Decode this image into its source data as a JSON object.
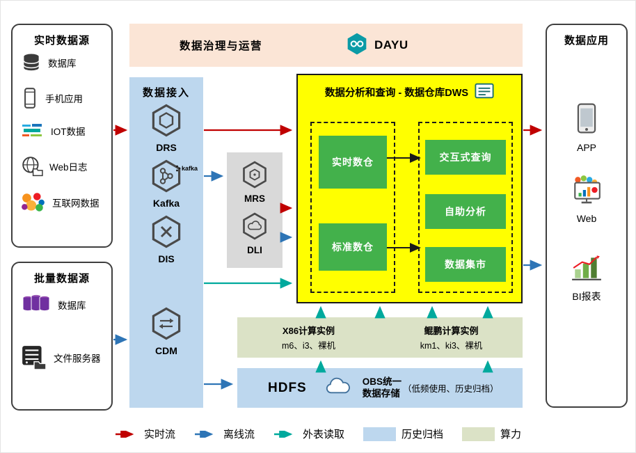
{
  "colors": {
    "realtime_flow": "#c00000",
    "offline_flow": "#2e75b6",
    "external_read": "#00a99d",
    "history_archive_bg": "#bdd7ee",
    "compute_bg": "#dbe2c6",
    "warehouse_bg": "#ffff00",
    "green_module": "#43b14b",
    "ingestion_bg": "#bdd7ee",
    "governance_bg": "#fbe5d6",
    "processing_bg": "#d9d9d9"
  },
  "sources_realtime": {
    "title": "实时数据源",
    "items": [
      {
        "icon": "database-icon",
        "label": "数据库"
      },
      {
        "icon": "mobile-phone-icon",
        "label": "手机应用"
      },
      {
        "icon": "iot-wordcloud-icon",
        "label": "IOT数据"
      },
      {
        "icon": "globe-log-icon",
        "label": "Web日志"
      },
      {
        "icon": "internet-bubbles-icon",
        "label": "互联网数据"
      }
    ]
  },
  "sources_batch": {
    "title": "批量数据源",
    "items": [
      {
        "icon": "database-stack-icon",
        "label": "数据库"
      },
      {
        "icon": "file-server-icon",
        "label": "文件服务器"
      }
    ]
  },
  "governance": {
    "title": "数据治理与运营",
    "logo_text": "DAYU"
  },
  "ingestion": {
    "title": "数据接入",
    "items": [
      {
        "icon": "drs-hexagon-icon",
        "label": "DRS"
      },
      {
        "icon": "kafka-hexagon-icon",
        "label": "Kafka",
        "badge": "kafka"
      },
      {
        "icon": "dis-hexagon-icon",
        "label": "DIS"
      },
      {
        "icon": "cdm-hexagon-icon",
        "label": "CDM"
      }
    ]
  },
  "processing": {
    "items": [
      {
        "icon": "mrs-hexagon-icon",
        "label": "MRS"
      },
      {
        "icon": "dli-hexagon-icon",
        "label": "DLI"
      }
    ]
  },
  "warehouse": {
    "title": "数据分析和查询 - 数据仓库DWS",
    "realtime": "实时数仓",
    "standard": "标准数仓",
    "interactive": "交互式查询",
    "selfservice": "自助分析",
    "mart": "数据集市"
  },
  "compute": {
    "x86_title": "X86计算实例",
    "x86_sub": "m6、i3、裸机",
    "kunpeng_title": "鲲鹏计算实例",
    "kunpeng_sub": "km1、ki3、裸机"
  },
  "storage": {
    "hdfs": "HDFS",
    "obs_line1": "OBS统一",
    "obs_line2": "数据存储",
    "note": "（低频使用、历史归档）"
  },
  "apps": {
    "title": "数据应用",
    "items": [
      {
        "icon": "app-phone-icon",
        "label": "APP"
      },
      {
        "icon": "web-monitor-icon",
        "label": "Web"
      },
      {
        "icon": "bi-chart-icon",
        "label": "BI报表"
      }
    ]
  },
  "legend": {
    "realtime": "实时流",
    "offline": "离线流",
    "external": "外表读取",
    "archive": "历史归档",
    "compute": "算力"
  }
}
